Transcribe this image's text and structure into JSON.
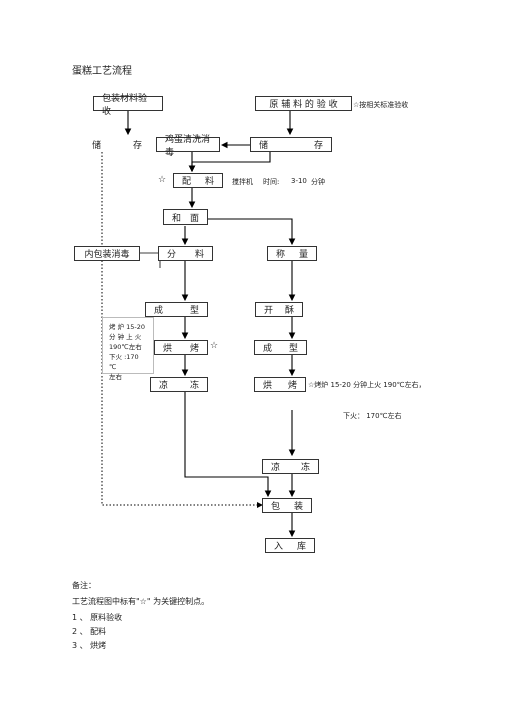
{
  "title": "蛋糕工艺流程",
  "boxes": {
    "pkg_check": "包装材料验收",
    "raw_check": "原 辅 料 的 验 收",
    "store_left": [
      "储",
      "存"
    ],
    "egg_wash": "鸡蛋清洗消毒",
    "store_right": [
      "储",
      "存"
    ],
    "mix_ingredients": [
      "配",
      "料"
    ],
    "knead": [
      "和",
      "面"
    ],
    "inner_pkg": "内包装消毒",
    "divide": [
      "分",
      "料"
    ],
    "weigh": [
      "称",
      "量"
    ],
    "shape_left": [
      "成",
      "型"
    ],
    "puff": [
      "开",
      "酥"
    ],
    "bake_left": [
      "烘",
      "烤"
    ],
    "shape_right": [
      "成",
      "型"
    ],
    "cool_left": [
      "凉",
      "冻"
    ],
    "bake_right": [
      "烘",
      "烤"
    ],
    "cool_right": [
      "凉",
      "冻"
    ],
    "package": [
      "包",
      "装"
    ],
    "warehouse": [
      "入",
      "库"
    ]
  },
  "labels": {
    "raw_note": "☆按相关标准验收",
    "star_mix": "☆",
    "mixer": "搅拌机",
    "time": "时间:",
    "time_value": "3-10",
    "time_unit": "分钟",
    "star_bake_left": "☆",
    "bake_right_note": "☆烤炉 15-20 分钟上火 190℃左右，",
    "bake_right_note2": "下火： 170℃左右"
  },
  "oven_note": [
    "烤 炉 15-20",
    "分 钟 上 火",
    "190℃左右",
    "下火 :170 ℃",
    "左右"
  ],
  "footer": {
    "heading": "备注：",
    "line1": "工艺流程图中标有\"☆\" 为关键控制点。",
    "items": [
      "1 、 原料验收",
      "2 、 配料",
      "3 、 烘烤"
    ]
  }
}
